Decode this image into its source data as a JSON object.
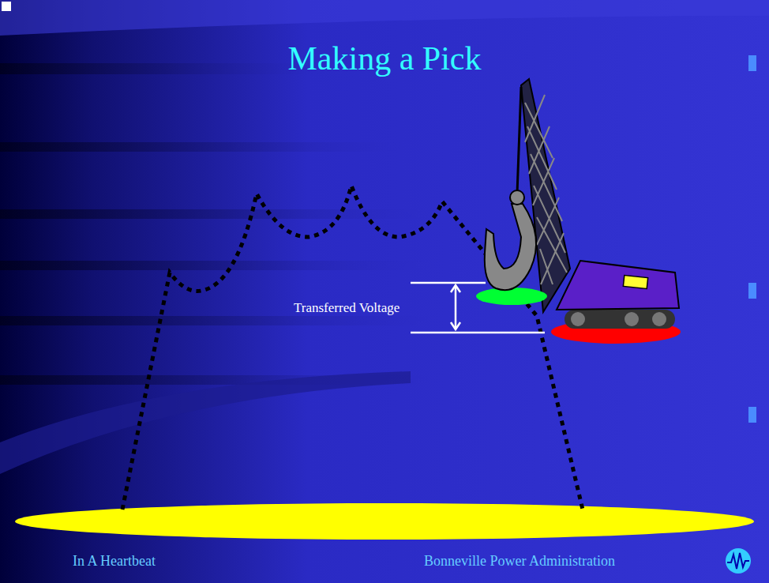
{
  "diagram": {
    "title": "Making a Pick",
    "labels": [
      "Transferred Voltage",
      "In A Heartbeat",
      "Bonneville Power Administration"
    ]
  }
}
